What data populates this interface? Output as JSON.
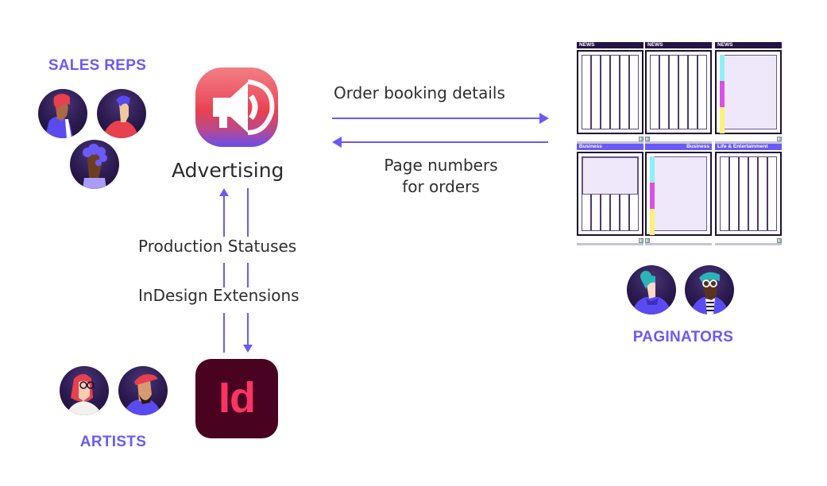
{
  "groups": {
    "sales_reps": {
      "label": "SALES REPS"
    },
    "artists": {
      "label": "ARTISTS"
    },
    "paginators": {
      "label": "PAGINATORS"
    }
  },
  "apps": {
    "advertising": {
      "name": "Advertising",
      "icon": "megaphone-icon"
    },
    "indesign": {
      "name": "InDesign",
      "icon_text": "Id"
    }
  },
  "flows": {
    "order_booking": {
      "label": "Order booking details",
      "direction": "right"
    },
    "page_numbers": {
      "label_line1": "Page numbers",
      "label_line2": "for orders",
      "direction": "left"
    },
    "production_statuses": {
      "label": "Production Statuses",
      "direction": "up"
    },
    "indesign_extensions": {
      "label": "InDesign Extensions",
      "direction": "down"
    }
  },
  "pages": [
    {
      "section": "NEWS",
      "layout": "columns",
      "header_style": "dark",
      "align": "left"
    },
    {
      "section": "NEWS",
      "layout": "columns",
      "header_style": "dark",
      "align": "left"
    },
    {
      "section": "NEWS",
      "layout": "full-ad",
      "header_style": "dark",
      "align": "left"
    },
    {
      "section": "Business",
      "layout": "top-ad",
      "header_style": "purple",
      "align": "left"
    },
    {
      "section": "Business",
      "layout": "full-ad",
      "header_style": "purple",
      "align": "right"
    },
    {
      "section": "Life & Entertainment",
      "layout": "columns",
      "header_style": "purple",
      "align": "left"
    }
  ],
  "colors": {
    "accent": "#6a5af9",
    "text": "#2b2b2b",
    "indesign_bg": "#49021f",
    "indesign_fg": "#ff3366",
    "advertising_top": "#f07a80",
    "advertising_mid": "#e8404e",
    "advertising_bottom": "#6a4cf0"
  }
}
